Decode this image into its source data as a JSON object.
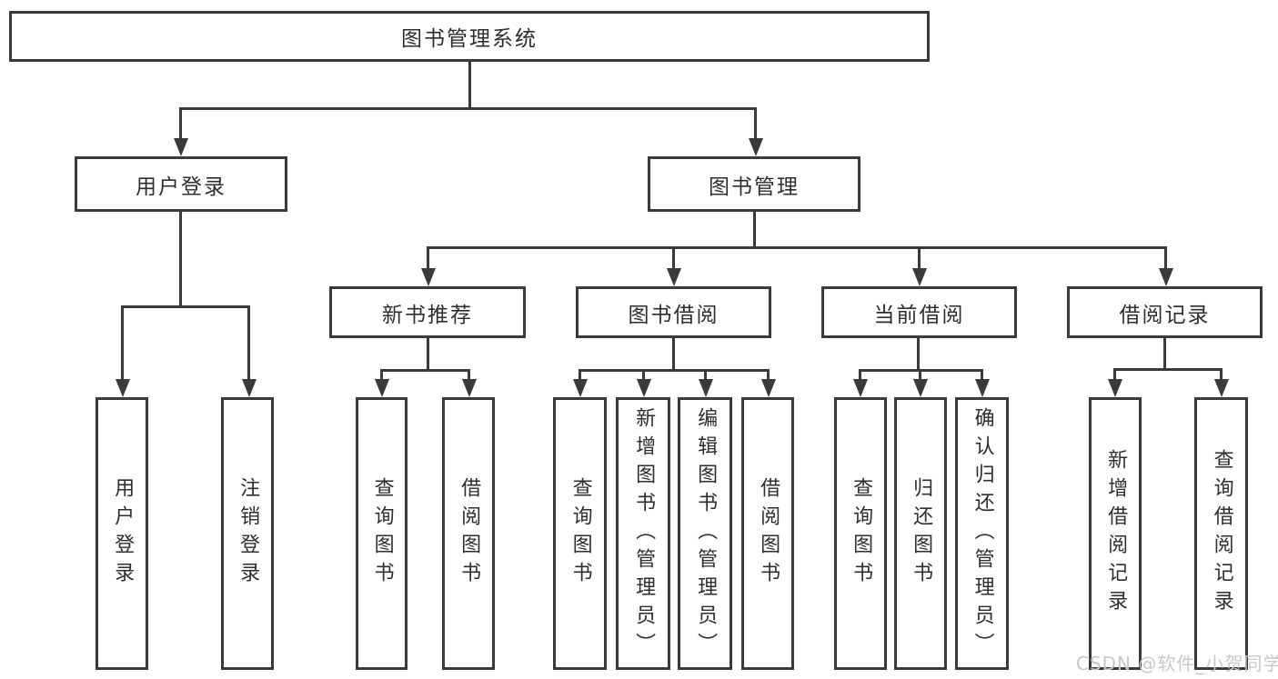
{
  "colors": {
    "line": "#3a3a3a",
    "text": "#2e2e2e",
    "background": "#ffffff",
    "watermark_color": "#c8c8c8"
  },
  "tree": {
    "root": {
      "label": "图书管理系统"
    },
    "branches": [
      {
        "label": "用户登录",
        "children": [
          {
            "label": "用户登录"
          },
          {
            "label": "注销登录"
          }
        ]
      },
      {
        "label": "图书管理",
        "children": [
          {
            "label": "新书推荐",
            "children": [
              {
                "label": "查询图书"
              },
              {
                "label": "借阅图书"
              }
            ]
          },
          {
            "label": "图书借阅",
            "children": [
              {
                "label": "查询图书"
              },
              {
                "label": "新增图书（管理员）"
              },
              {
                "label": "编辑图书（管理员）"
              },
              {
                "label": "借阅图书"
              }
            ]
          },
          {
            "label": "当前借阅",
            "children": [
              {
                "label": "查询图书"
              },
              {
                "label": "归还图书"
              },
              {
                "label": "确认归还（管理员）"
              }
            ]
          },
          {
            "label": "借阅记录",
            "children": [
              {
                "label": "新增借阅记录"
              },
              {
                "label": "查询借阅记录"
              }
            ]
          }
        ]
      }
    ]
  },
  "watermark": {
    "text": "CSDN @软件_小贺同学"
  }
}
